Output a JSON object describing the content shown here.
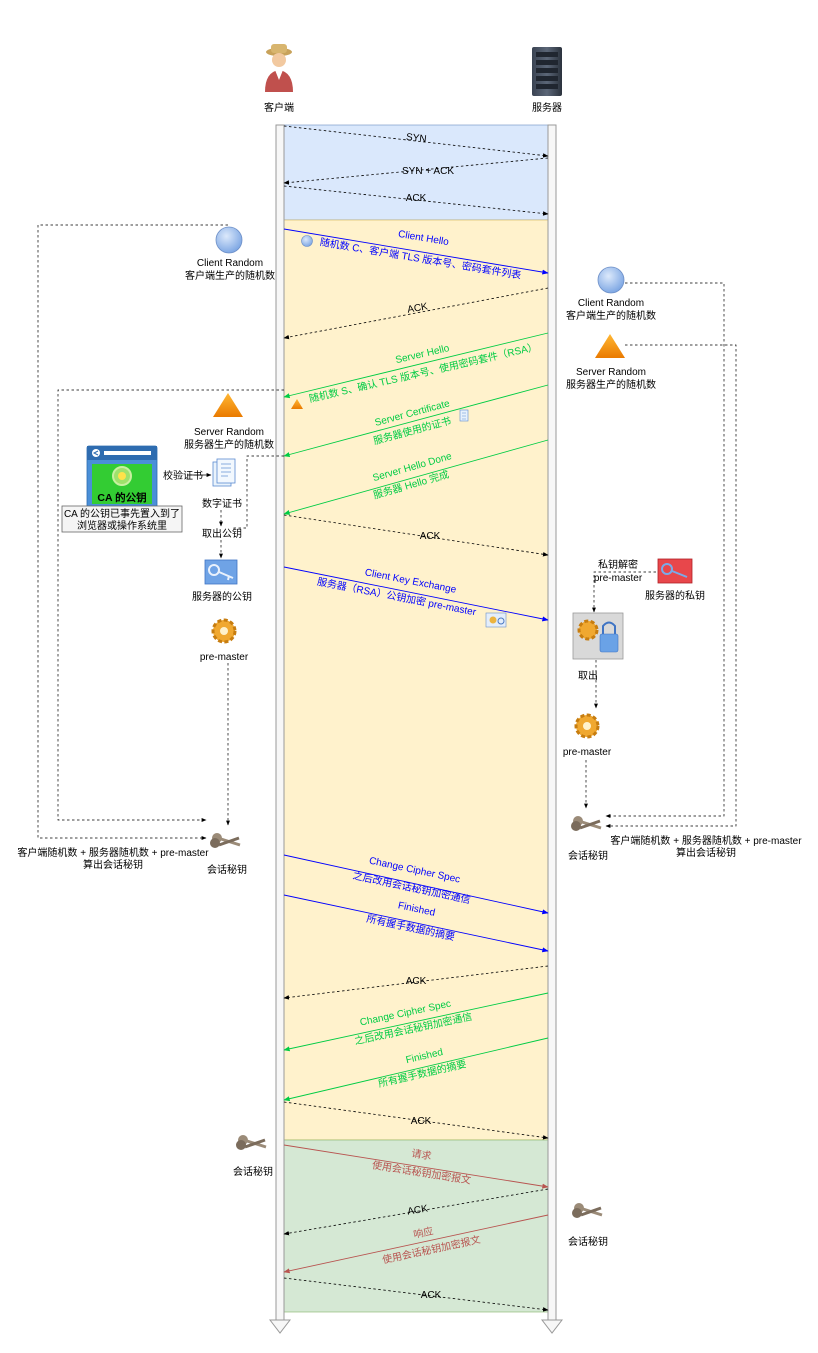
{
  "actors": {
    "client": "客户端",
    "server": "服务器"
  },
  "colors": {
    "tcp_bg": "#dae8fc",
    "tls_bg": "#fff2cc",
    "data_bg": "#d5e8d4",
    "blue": "#0000ff",
    "green": "#00cc44",
    "red": "#b85450",
    "black": "#000000",
    "ca_green": "#33cc33"
  },
  "tcp": {
    "syn": "SYN",
    "synack": "SYN + ACK",
    "ack": "ACK"
  },
  "client_hello": {
    "title": "Client Hello",
    "desc": "随机数 C、客户端 TLS 版本号、密码套件列表"
  },
  "ack_labels": {
    "a1": "ACK",
    "a2": "ACK",
    "a3": "ACK",
    "a4": "ACK",
    "a5": "ACK",
    "a6": "ACK",
    "a7": "ACK"
  },
  "server_hello": {
    "title": "Server Hello",
    "desc": "随机数 S、确认 TLS 版本号、使用密码套件（RSA）"
  },
  "server_cert": {
    "title": "Server Certificate",
    "desc": "服务器使用的证书"
  },
  "server_done": {
    "title": "Server Hello Done",
    "desc": "服务器 Hello 完成"
  },
  "client_key": {
    "title": "Client Key Exchange",
    "desc": "服务器（RSA）公钥加密 pre-master"
  },
  "ccs_client": {
    "title": "Change Cipher Spec",
    "desc": "之后改用会话秘钥加密通信"
  },
  "fin_client": {
    "title": "Finished",
    "desc": "所有握手数据的摘要"
  },
  "ccs_server": {
    "title": "Change Cipher Spec",
    "desc": "之后改用会话秘钥加密通信"
  },
  "fin_server": {
    "title": "Finished",
    "desc": "所有握手数据的摘要"
  },
  "request": {
    "title": "请求",
    "desc": "使用会话秘钥加密报文"
  },
  "response": {
    "title": "响应",
    "desc": "使用会话秘钥加密报文"
  },
  "left": {
    "client_random_1": "Client Random",
    "client_random_2": "客户端生产的随机数",
    "server_random_1": "Server Random",
    "server_random_2": "服务器生产的随机数",
    "ca_key": "CA 的公钥",
    "ca_note_1": "CA 的公钥已事先置入到了",
    "ca_note_2": "浏览器或操作系统里",
    "verify": "校验证书",
    "digital_cert": "数字证书",
    "extract_key": "取出公钥",
    "server_pubkey": "服务器的公钥",
    "premaster": "pre-master",
    "calc_1": "客户端随机数 + 服务器随机数 +  pre-master",
    "calc_2": "算出会话秘钥",
    "session_key": "会话秘钥",
    "session_key_2": "会话秘钥"
  },
  "right": {
    "client_random_1": "Client Random",
    "client_random_2": "客户端生产的随机数",
    "server_random_1": "Server Random",
    "server_random_2": "服务器生产的随机数",
    "decrypt_1": "私钥解密",
    "decrypt_2": "pre-master",
    "server_privkey": "服务器的私钥",
    "extract": "取出",
    "premaster": "pre-master",
    "calc_1": "客户端随机数 + 服务器随机数 +  pre-master",
    "calc_2": "算出会话秘钥",
    "session_key": "会话秘钥",
    "session_key_2": "会话秘钥"
  }
}
